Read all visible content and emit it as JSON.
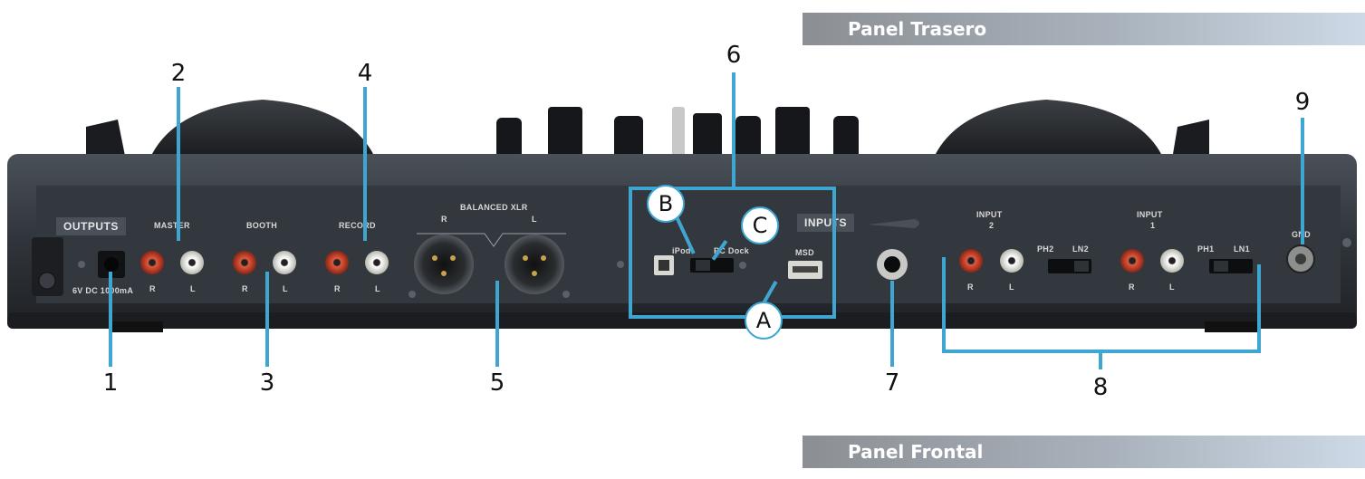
{
  "banners": {
    "top": "Panel Trasero",
    "bottom": "Panel Frontal"
  },
  "callouts": [
    "1",
    "2",
    "3",
    "4",
    "5",
    "6",
    "7",
    "8",
    "9"
  ],
  "sub_callouts": {
    "a": "A",
    "b": "B",
    "c": "C"
  },
  "device_labels": {
    "outputs": "OUTPUTS",
    "master": "MASTER",
    "booth": "BOOTH",
    "record": "RECORD",
    "balanced_xlr": "BALANCED XLR",
    "xlr_r": "R",
    "xlr_l": "L",
    "power": "6V DC 1000mA",
    "ipod": "iPod",
    "pc_dock": "PC Dock",
    "msd": "MSD",
    "inputs": "INPUTS",
    "input2": "INPUT",
    "input2_num": "2",
    "input1": "INPUT",
    "input1_num": "1",
    "ph2": "PH2",
    "ln2": "LN2",
    "ph1": "PH1",
    "ln1": "LN1",
    "gnd": "GND",
    "r": "R",
    "l": "L"
  },
  "colors": {
    "leader": "#3fa6d2",
    "device_body": "#2b2f35",
    "panel_face": "#34393f",
    "rca_red": "#d8402a",
    "rca_white": "#f2f2ee",
    "gold": "#c9a24a"
  }
}
